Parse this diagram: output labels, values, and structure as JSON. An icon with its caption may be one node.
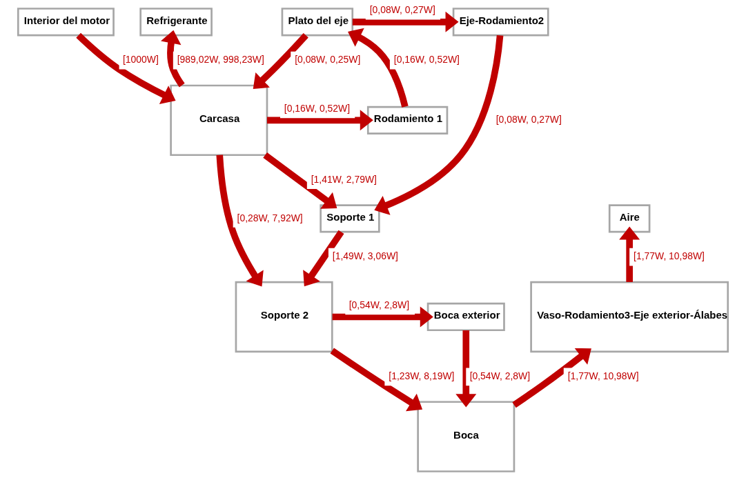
{
  "diagram": {
    "nodes": [
      {
        "text": [
          "Interior del motor"
        ]
      },
      {
        "text": [
          "Refrigerante"
        ]
      },
      {
        "text": [
          "Carcasa"
        ]
      },
      {
        "text": [
          "Plato del eje"
        ]
      },
      {
        "text": [
          "Eje-Rodamiento2"
        ]
      },
      {
        "text": [
          "Rodamiento 1"
        ]
      },
      {
        "text": [
          "Soporte 1"
        ]
      },
      {
        "text": [
          "Aire"
        ]
      },
      {
        "text": [
          "Soporte 2"
        ]
      },
      {
        "text": [
          "Boca exterior"
        ]
      },
      {
        "text": [
          "Boca"
        ]
      },
      {
        "text": [
          "Vaso-Rodamiento3-Eje exterior-Álabes"
        ]
      }
    ],
    "edges": [
      {
        "from": 0,
        "to": 2,
        "arrow": "to",
        "label": "[1000W]"
      },
      {
        "from": 2,
        "to": 1,
        "arrow": "to",
        "label": "[989,02W, 998,23W]"
      },
      {
        "from": 3,
        "to": 2,
        "arrow": "to",
        "label": "[0,08W, 0,25W]"
      },
      {
        "from": 3,
        "to": 4,
        "arrow": "to",
        "label": "[0,08W, 0,27W]"
      },
      {
        "from": 5,
        "to": 3,
        "arrow": "to",
        "label": "[0,16W, 0,52W]"
      },
      {
        "from": 2,
        "to": 5,
        "arrow": "to",
        "label": "[0,16W, 0,52W]"
      },
      {
        "from": 4,
        "to": 6,
        "arrow": "to",
        "label": "[0,08W, 0,27W]"
      },
      {
        "from": 2,
        "to": 6,
        "arrow": "to",
        "label": "[1,41W, 2,79W]"
      },
      {
        "from": 2,
        "to": 8,
        "arrow": "to",
        "label": "[0,28W, 7,92W]"
      },
      {
        "from": 6,
        "to": 8,
        "arrow": "to",
        "label": "[1,49W, 3,06W]"
      },
      {
        "from": 8,
        "to": 9,
        "arrow": "to",
        "label": "[0,54W, 2,8W]"
      },
      {
        "from": 9,
        "to": 10,
        "arrow": "to",
        "label": "[0,54W, 2,8W]"
      },
      {
        "from": 8,
        "to": 10,
        "arrow": "to",
        "label": "[1,23W, 8,19W]"
      },
      {
        "from": 10,
        "to": 11,
        "arrow": "to",
        "label": "[1,77W, 10,98W]"
      },
      {
        "from": 11,
        "to": 7,
        "arrow": "to",
        "label": "[1,77W, 10,98W]"
      }
    ]
  }
}
